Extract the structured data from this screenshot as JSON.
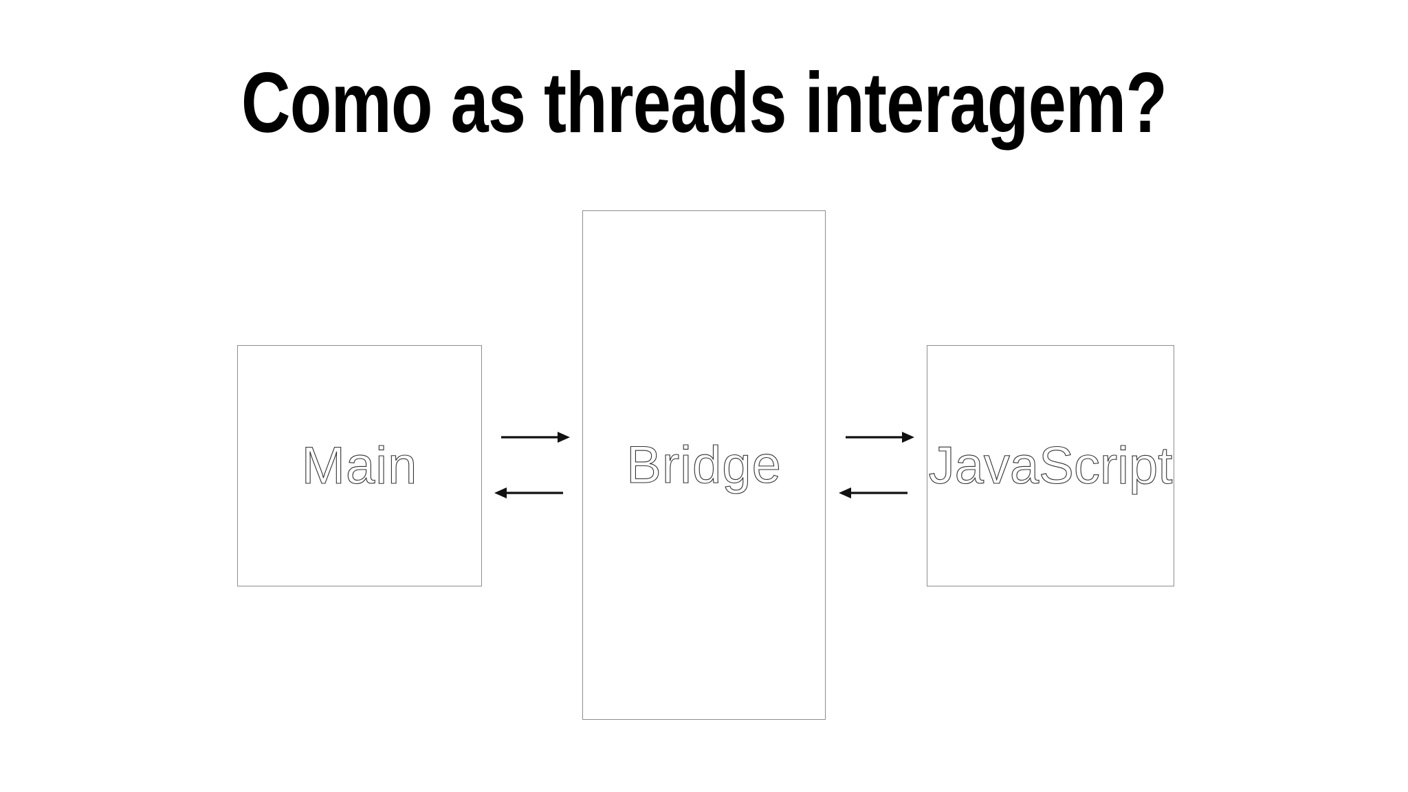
{
  "slide": {
    "title": "Como as threads interagem?",
    "background_color": "#ffffff",
    "title_color": "#000000"
  },
  "diagram": {
    "type": "block-flow",
    "border_color": "#8c8c8c",
    "label_color": "#303030",
    "arrow_color": "#111111",
    "nodes": [
      {
        "id": "main",
        "label": "Main"
      },
      {
        "id": "bridge",
        "label": "Bridge"
      },
      {
        "id": "javascript",
        "label": "JavaScript"
      }
    ],
    "connections": [
      {
        "from": "main",
        "to": "bridge",
        "direction": "right"
      },
      {
        "from": "bridge",
        "to": "main",
        "direction": "left"
      },
      {
        "from": "bridge",
        "to": "javascript",
        "direction": "right"
      },
      {
        "from": "javascript",
        "to": "bridge",
        "direction": "left"
      }
    ]
  }
}
